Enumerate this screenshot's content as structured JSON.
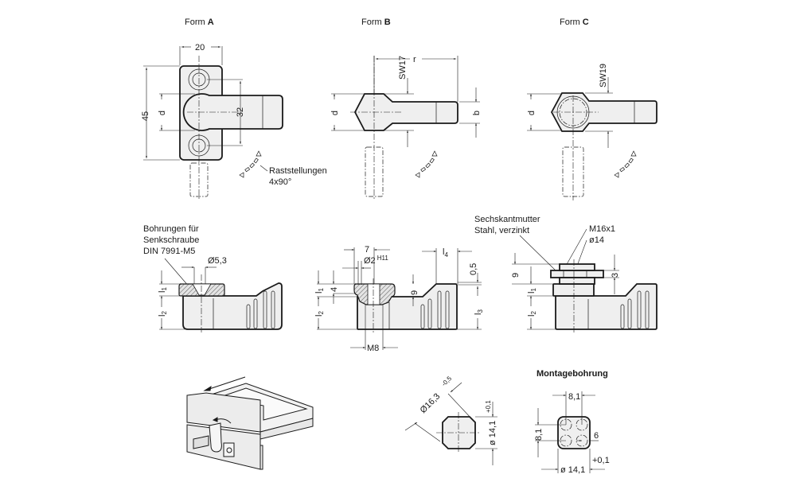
{
  "views": {
    "form_a": {
      "title_prefix": "Form",
      "title_letter": "A",
      "dim_width": "20",
      "dim_height": "45",
      "dim_hole_spacing": "32",
      "dim_d": "d",
      "note_line1": "Raststellungen",
      "note_line2": "4x90°"
    },
    "form_b": {
      "title_prefix": "Form",
      "title_letter": "B",
      "dim_r": "r",
      "dim_sw": "SW17",
      "dim_d": "d",
      "dim_b": "b"
    },
    "form_c": {
      "title_prefix": "Form",
      "title_letter": "C",
      "dim_sw": "SW19",
      "dim_d": "d"
    }
  },
  "sections": {
    "a": {
      "note_line1": "Bohrungen für",
      "note_line2": "Senkschraube",
      "note_line3": "DIN 7991-M5",
      "dim_bore": "Ø5,3",
      "dim_l1": "l",
      "dim_l1_sub": "1",
      "dim_l2": "l",
      "dim_l2_sub": "2"
    },
    "b": {
      "dim_7": "7",
      "dim_pin": "Ø2",
      "dim_pin_tol": "H11",
      "dim_l4": "l",
      "dim_l4_sub": "4",
      "dim_05": "0,5",
      "dim_4": "4",
      "dim_9": "9",
      "dim_l1": "l",
      "dim_l1_sub": "1",
      "dim_l2": "l",
      "dim_l2_sub": "2",
      "dim_l3": "l",
      "dim_l3_sub": "3",
      "dim_m8": "M8"
    },
    "c": {
      "note_line1": "Sechskantmutter",
      "note_line2": "Stahl, verzinkt",
      "dim_thread": "M16x1",
      "dim_dia": "ø14",
      "dim_9": "9",
      "dim_3": "3",
      "dim_l1": "l",
      "dim_l1_sub": "1",
      "dim_l2": "l",
      "dim_l2_sub": "2"
    }
  },
  "cutout": {
    "dim_diag": "Ø16,3",
    "dim_diag_tol": "-0,5",
    "dim_width": "ø 14,1",
    "dim_width_tol": "+0,1"
  },
  "mounting": {
    "title": "Montagebohrung",
    "dim_top": "8,1",
    "dim_left": "8,1",
    "dim_hole": "6",
    "dim_width": "ø 14,1",
    "dim_width_tol": "+0,1"
  }
}
